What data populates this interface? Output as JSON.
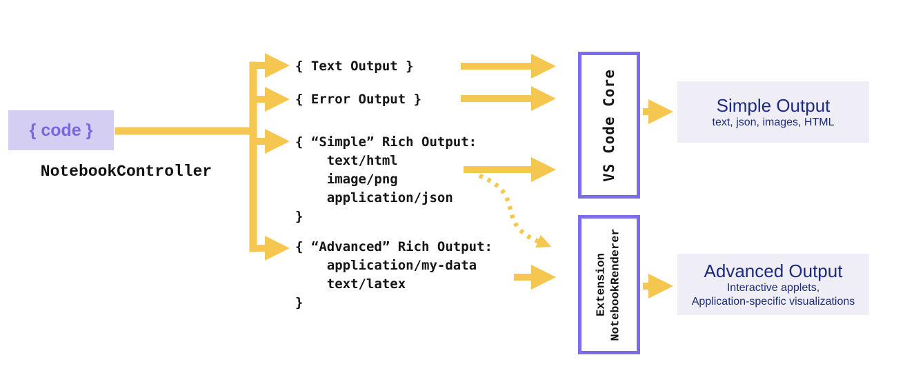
{
  "diagram": {
    "controller": {
      "code_label": "{ code }",
      "name": "NotebookController"
    },
    "outputs": {
      "text": "{ Text Output }",
      "error": "{ Error Output }",
      "simple_rich": "{ “Simple” Rich Output:\n    text/html\n    image/png\n    application/json\n}",
      "advanced_rich": "{ “Advanced” Rich Output:\n    application/my-data\n    text/latex\n}"
    },
    "renderers": {
      "core": "VS Code Core",
      "extension": "Extension\nNotebookRenderer"
    },
    "results": {
      "simple": {
        "title": "Simple Output",
        "subtitle": "text, json, images, HTML"
      },
      "advanced": {
        "title": "Advanced Output",
        "subtitle": "Interactive applets,\nApplication-specific visualizations"
      }
    },
    "colors": {
      "arrow": "#F6C750",
      "box_border": "#7B6CE8",
      "code_bg": "#D5CEF3",
      "code_text": "#7768E0",
      "result_bg": "#EFEEF6",
      "result_text": "#1E2B7D"
    }
  }
}
